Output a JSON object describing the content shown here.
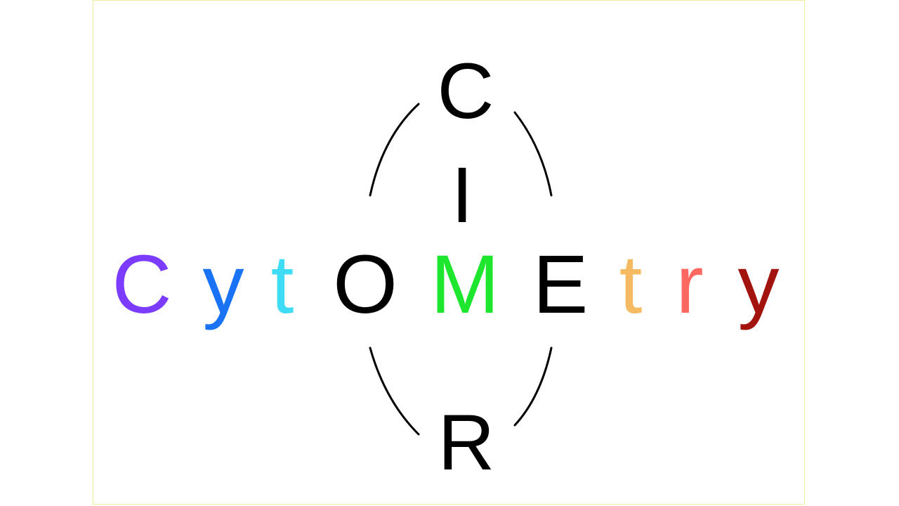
{
  "logo": {
    "horizontal_letters": [
      {
        "char": "C",
        "color": "#7b3cff"
      },
      {
        "char": "y",
        "color": "#1a73f5"
      },
      {
        "char": "t",
        "color": "#3fdcf5"
      },
      {
        "char": "O",
        "color": "#000000"
      },
      {
        "char": "M",
        "color": "#1ee62f"
      },
      {
        "char": "E",
        "color": "#000000"
      },
      {
        "char": "t",
        "color": "#f6bb62"
      },
      {
        "char": "r",
        "color": "#ff6860"
      },
      {
        "char": "y",
        "color": "#a3130d"
      }
    ],
    "vertical_letters": [
      {
        "char": "C",
        "color": "#000000"
      },
      {
        "char": "I",
        "color": "#000000"
      },
      {
        "char": "R",
        "color": "#000000"
      }
    ],
    "frame_border_color": "#f3ee9e",
    "arc_color": "#000000"
  }
}
